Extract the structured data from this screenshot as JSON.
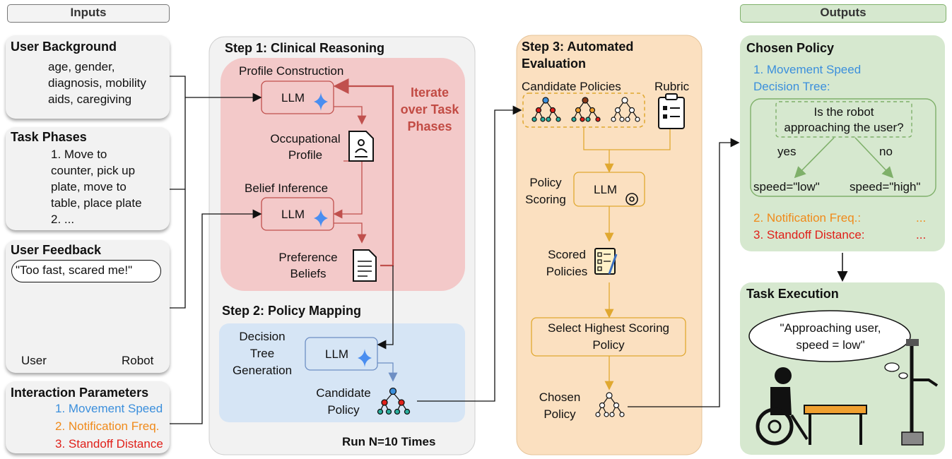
{
  "inputs": {
    "header": "Inputs",
    "user_background": {
      "title": "User Background",
      "lines": [
        "age, gender,",
        "diagnosis, mobility",
        "aids, caregiving"
      ]
    },
    "task_phases": {
      "title": "Task Phases",
      "lines": [
        "1. Move to",
        "counter, pick up",
        "plate, move to",
        "table, place plate",
        "2. ..."
      ]
    },
    "user_feedback": {
      "title": "User Feedback",
      "quote": "\"Too fast, scared me!\"",
      "user_label": "User",
      "robot_label": "Robot"
    },
    "interaction_parameters": {
      "title": "Interaction Parameters",
      "items": [
        "1. Movement Speed",
        "2. Notification Freq.",
        "3. Standoff Distance"
      ],
      "colors": [
        "#3b8fdc",
        "#f08a1a",
        "#e0201a"
      ]
    }
  },
  "step1": {
    "title": "Step 1: Clinical Reasoning",
    "profile_construction": "Profile Construction",
    "llm": "LLM",
    "occupational_profile": [
      "Occupational",
      "Profile"
    ],
    "belief_inference": "Belief Inference",
    "preference_beliefs": [
      "Preference",
      "Beliefs"
    ],
    "iterate": [
      "Iterate",
      "over Task",
      "Phases"
    ]
  },
  "step2": {
    "title": "Step 2: Policy Mapping",
    "decision_tree_generation": [
      "Decision",
      "Tree",
      "Generation"
    ],
    "llm": "LLM",
    "candidate_policy": [
      "Candidate",
      "Policy"
    ],
    "run_note": "Run N=10 Times"
  },
  "step3": {
    "title": [
      "Step 3: Automated",
      "Evaluation"
    ],
    "candidate_policies": "Candidate Policies",
    "rubric": "Rubric",
    "policy_scoring": [
      "Policy",
      "Scoring"
    ],
    "llm": "LLM",
    "scored_policies": [
      "Scored",
      "Policies"
    ],
    "select": [
      "Select Highest Scoring",
      "Policy"
    ],
    "chosen_policy": [
      "Chosen",
      "Policy"
    ]
  },
  "outputs": {
    "header": "Outputs",
    "chosen_policy": {
      "title": "Chosen Policy",
      "speed_label": [
        "1. Movement Speed",
        "Decision Tree:"
      ],
      "question": [
        "Is the robot",
        "approaching the user?"
      ],
      "yes": "yes",
      "no": "no",
      "leaf_low": "speed=\"low\"",
      "leaf_high": "speed=\"high\"",
      "notification": "2. Notification Freq.:",
      "standoff": "3. Standoff Distance:",
      "ellipsis": "..."
    },
    "task_execution": {
      "title": "Task Execution",
      "thought": [
        "\"Approaching user,",
        "speed = low\""
      ]
    }
  },
  "colors": {
    "blue": "#3b8fdc",
    "orange": "#f08a1a",
    "red": "#e0201a",
    "iterate_red": "#c24b44",
    "step1_bg": "#f3c9c9",
    "step2_bg": "#d6e5f5",
    "step3_bg": "#fbe0c0",
    "outputs_bg": "#d6e8cf"
  }
}
